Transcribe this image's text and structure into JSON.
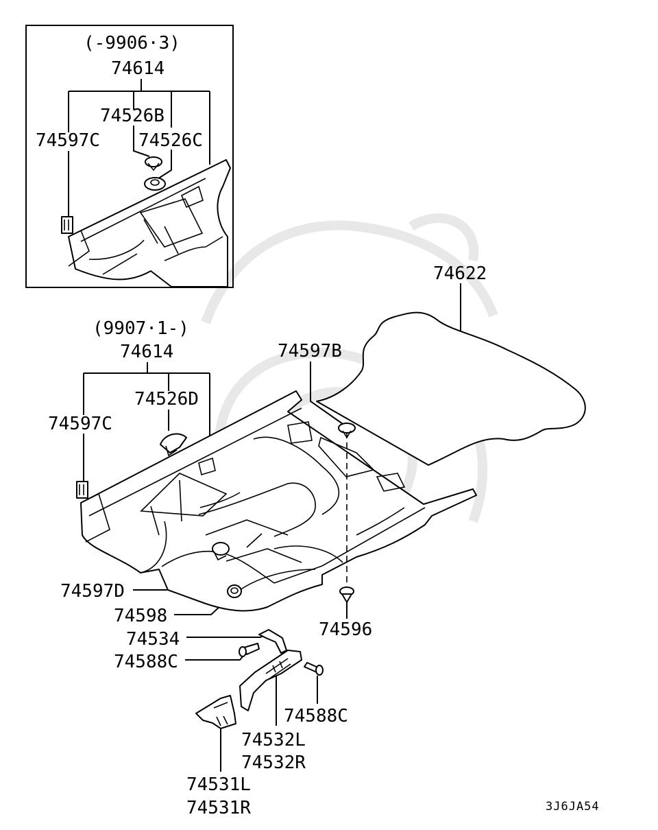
{
  "inset": {
    "date_range": "(-9906·3)",
    "labels": {
      "main": "74614",
      "b": "74526B",
      "c": "74526C",
      "clip": "74597C"
    }
  },
  "main_view": {
    "date_range": "(9907·1-)",
    "labels": {
      "main": "74614",
      "d": "74526D",
      "clip_c": "74597C",
      "clip_b": "74597B",
      "rear_carpet": "74622",
      "clip_d": "74597D",
      "plug": "74598",
      "fastener": "74596",
      "bracket": "74534",
      "screw_left": "74588C",
      "screw_right": "74588C",
      "pad_l": "74532L",
      "pad_r": "74532R",
      "panel_l": "74531L",
      "panel_r": "74531R"
    }
  },
  "diagram_code": "3J6JA54"
}
